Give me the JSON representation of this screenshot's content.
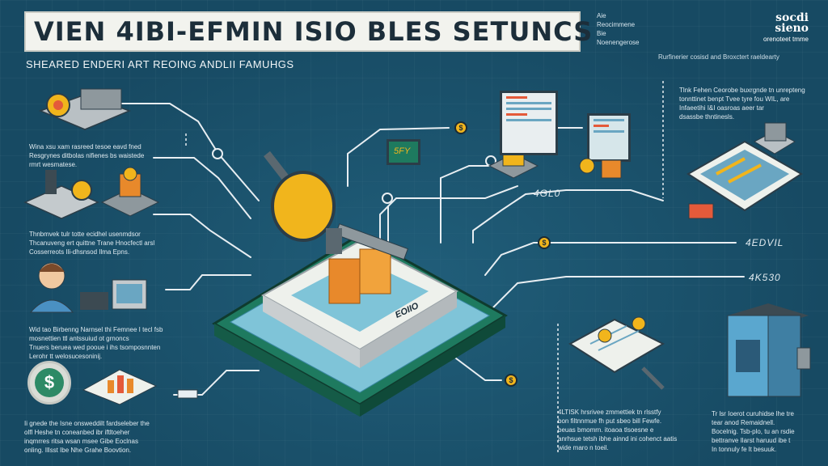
{
  "header": {
    "title": "VIEN 4IBI-EFMIN ISIO BLES SETUNCS",
    "subtitle": "SHEARED  ENDERI ART REOING  ANDLII FAMUHGS",
    "legend": [
      "Aie",
      "Reocimmene",
      "Bie",
      "Noenengerose"
    ],
    "logo": [
      "socdi",
      "sieno",
      "orenoteet tmme"
    ],
    "right_caption": "Rurfinerier cosisd and Broxctert raeldearty"
  },
  "paragraphs": {
    "left_1": [
      "Wina xsu xam rasreed tesoe eavd fned",
      "Resgrynes ditbolas nifienes bs waistede",
      "rmrt wesmatese."
    ],
    "left_2": [
      "Thnbmvek tulr totte ecidhel usenmdsor",
      "Thcanuveng ert quittne Trane Hnocfectl arsl",
      "Cosserreots Ili-dhsnsod Ilma Epns."
    ],
    "left_3": [
      "Wid tao Birbenng Narnsel thi Femnee I tecl fsb",
      "mosnettien ttl antssuiud ot grnoncs",
      "Tnuers beruea wed pooue i ihs tsomposnnten",
      "Lerohr tt welosucesoninij."
    ],
    "bottom_left": [
      "Ii gnede the Isne onsweddilt fardseleber the",
      "olfl Heshe tn coneanbed ibr iftltoeher",
      "inqmrres ritsa wsan msee Gibe Eoclnas",
      "onling. Illsst Ibe Nhe Grahe Boovtion."
    ],
    "right_top": [
      "Tlnk Fehen Ceorobe buxrgnde tn unrepteng",
      "tonnttinet benpt Tvee tyre fou WIL, are",
      "Infaeetihi I&I oasroas aeer tar",
      "dsassbe thntinesls."
    ],
    "bottom_center": [
      "4LTISK hrsrivee zmmettiek tn rlsstfy",
      "bon filtnnmue fh put sbeo bill Fewfe.",
      "beuas bmomrn. itoaoa tlsoesne e",
      "anrhsue tetsh ibhe ainnd ini cohenct aatis",
      "wide maro n toeil."
    ],
    "bottom_right": [
      "Tr lsr Ioerot curuhidse lhe tre",
      "tear anod Remaidnell.",
      "Bocelnig. Tsb-plo, tu an rsdie",
      "bettranve Ilarst haruud ibe t",
      "In tonnuly fe lt besuuk."
    ]
  },
  "labels": {
    "mid_code": "4GL0",
    "right_code_1": "4EDVIL",
    "right_code_2": "4K530",
    "box_code": "EOIIO",
    "monitor_code": "5FY",
    "dollar": "$",
    "coin": "$"
  },
  "colors": {
    "background": "#174a63",
    "accent_yellow": "#f1b51c",
    "accent_orange": "#e8892b",
    "platform_green": "#1e7a5f",
    "platform_tile": "#7fc4d8",
    "line": "#e8eef2"
  }
}
